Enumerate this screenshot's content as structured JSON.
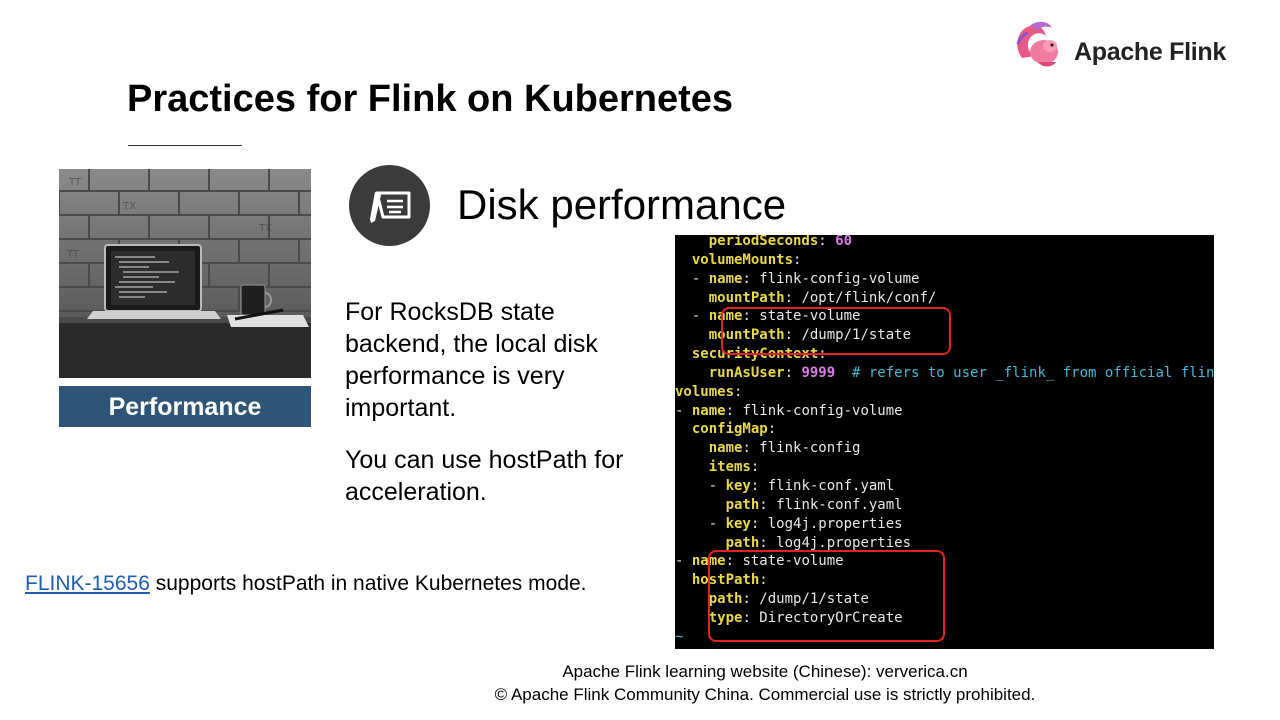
{
  "logo": {
    "name": "Apache Flink",
    "icon": "flink-squirrel-logo"
  },
  "slide": {
    "title": "Practices for Flink on Kubernetes"
  },
  "photo": {
    "icon": "laptop-desk-photo",
    "caption": "Performance"
  },
  "section": {
    "icon": "document-pen-icon",
    "heading": "Disk performance"
  },
  "body": {
    "paragraph1": "For RocksDB state backend, the local disk performance is very important.",
    "paragraph2": "You can use hostPath for acceleration."
  },
  "jira": {
    "link_text": "FLINK-15656",
    "rest": " supports hostPath in native Kubernetes mode."
  },
  "code": {
    "lines": [
      [
        [
          "k",
          "    periodSeconds"
        ],
        [
          "d",
          ": "
        ],
        [
          "n",
          "60"
        ]
      ],
      [
        [
          "k",
          "  volumeMounts"
        ],
        [
          "d",
          ":"
        ]
      ],
      [
        [
          "d",
          "  - "
        ],
        [
          "k",
          "name"
        ],
        [
          "d",
          ": "
        ],
        [
          "v",
          "flink-config-volume"
        ]
      ],
      [
        [
          "k",
          "    mountPath"
        ],
        [
          "d",
          ": "
        ],
        [
          "v",
          "/opt/flink/conf/"
        ]
      ],
      [
        [
          "d",
          "  - "
        ],
        [
          "k",
          "name"
        ],
        [
          "d",
          ": "
        ],
        [
          "v",
          "state-volume"
        ]
      ],
      [
        [
          "k",
          "    mountPath"
        ],
        [
          "d",
          ": "
        ],
        [
          "v",
          "/dump/1/state"
        ]
      ],
      [
        [
          "k",
          "  securityContext"
        ],
        [
          "d",
          ":"
        ]
      ],
      [
        [
          "k",
          "    runAsUser"
        ],
        [
          "d",
          ": "
        ],
        [
          "n",
          "9999"
        ],
        [
          "c",
          "  # refers to user _flink_ from official flink image"
        ]
      ],
      [
        [
          "k",
          "volumes"
        ],
        [
          "d",
          ":"
        ]
      ],
      [
        [
          "d",
          "- "
        ],
        [
          "k",
          "name"
        ],
        [
          "d",
          ": "
        ],
        [
          "v",
          "flink-config-volume"
        ]
      ],
      [
        [
          "k",
          "  configMap"
        ],
        [
          "d",
          ":"
        ]
      ],
      [
        [
          "k",
          "    name"
        ],
        [
          "d",
          ": "
        ],
        [
          "v",
          "flink-config"
        ]
      ],
      [
        [
          "k",
          "    items"
        ],
        [
          "d",
          ":"
        ]
      ],
      [
        [
          "d",
          "    - "
        ],
        [
          "k",
          "key"
        ],
        [
          "d",
          ": "
        ],
        [
          "v",
          "flink-conf.yaml"
        ]
      ],
      [
        [
          "k",
          "      path"
        ],
        [
          "d",
          ": "
        ],
        [
          "v",
          "flink-conf.yaml"
        ]
      ],
      [
        [
          "d",
          "    - "
        ],
        [
          "k",
          "key"
        ],
        [
          "d",
          ": "
        ],
        [
          "v",
          "log4j.properties"
        ]
      ],
      [
        [
          "k",
          "      path"
        ],
        [
          "d",
          ": "
        ],
        [
          "v",
          "log4j.properties"
        ]
      ],
      [
        [
          "d",
          "- "
        ],
        [
          "k",
          "name"
        ],
        [
          "d",
          ": "
        ],
        [
          "v",
          "state-volume"
        ]
      ],
      [
        [
          "k",
          "  hostPath"
        ],
        [
          "d",
          ":"
        ]
      ],
      [
        [
          "k",
          "    path"
        ],
        [
          "d",
          ": "
        ],
        [
          "v",
          "/dump/1/state"
        ]
      ],
      [
        [
          "k",
          "    type"
        ],
        [
          "d",
          ": "
        ],
        [
          "v",
          "DirectoryOrCreate"
        ]
      ],
      [
        [
          "c",
          "~"
        ]
      ]
    ]
  },
  "footer": {
    "line1": "Apache Flink learning website (Chinese): ververica.cn",
    "line2": "© Apache Flink Community China. Commercial use is strictly prohibited."
  },
  "colors": {
    "caption_bg": "#2e5478",
    "link": "#1f5eb8",
    "highlight": "#e0231f",
    "yaml_key": "#e9d84a"
  }
}
